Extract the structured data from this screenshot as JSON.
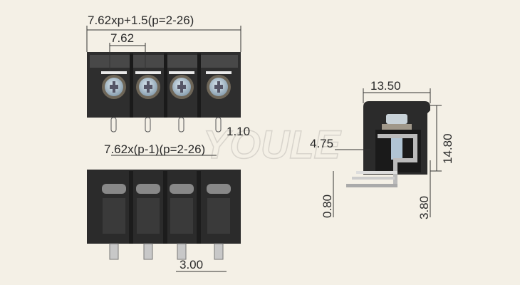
{
  "dimensions": {
    "total_width": "7.62xp+1.5(p=2-26)",
    "pitch": "7.62",
    "pin_span": "7.62x(p-1)(p=2-26)",
    "pin_width": "1.10",
    "side_width": "13.50",
    "side_height": "14.80",
    "pin_offset": "4.75",
    "pin_thickness": "0.80",
    "pin_length": "3.80",
    "bottom_pin": "3.00"
  },
  "watermark": "YOULE",
  "colors": {
    "background": "#f4f0e6",
    "body": "#2b2b2b",
    "screw": "#b9ccd8"
  }
}
